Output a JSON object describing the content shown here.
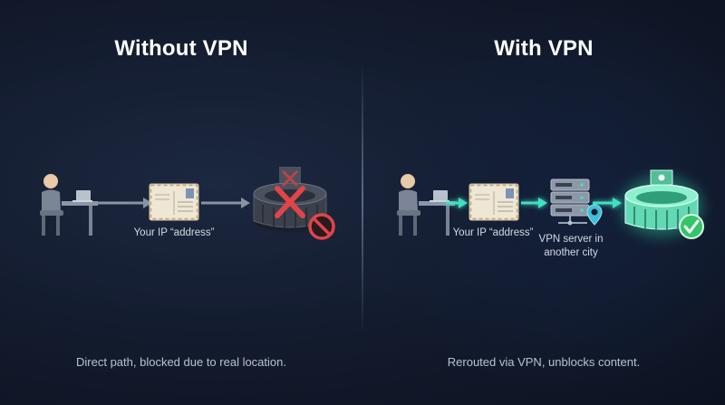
{
  "left_panel": {
    "title": "Without VPN",
    "ip_label": "Your IP “address”",
    "caption": "Direct path, blocked due to real location.",
    "blocked_icon": "prohibited-icon",
    "stadium_icon": "stadium-icon"
  },
  "right_panel": {
    "title": "With VPN",
    "ip_label": "Your IP “address”",
    "server_label_line1": "VPN server in",
    "server_label_line2": "another city",
    "caption": "Rerouted via VPN, unblocks content.",
    "allowed_icon": "check-icon",
    "stadium_icon": "stadium-icon"
  },
  "colors": {
    "accent_teal": "#3fe0c2",
    "blocked_red": "#e0454a",
    "allowed_green": "#34c46a",
    "neutral_arrow": "#8a93a3"
  }
}
